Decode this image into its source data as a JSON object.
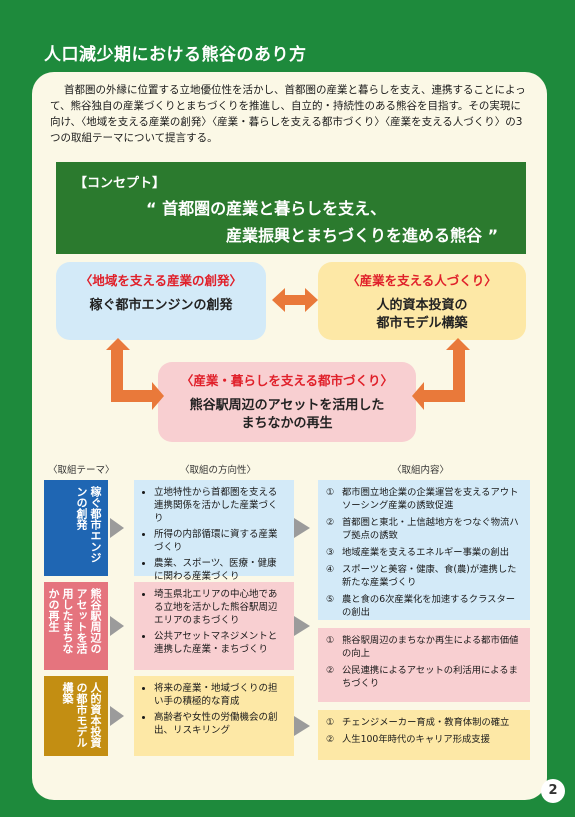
{
  "title": "人口減少期における熊谷のあり方",
  "intro": "首都圏の外縁に位置する立地優位性を活かし、首都圏の産業と暮らしを支え、連携することによって、熊谷独自の産業づくりとまちづくりを推進し、自立的・持続性のある熊谷を目指す。その実現に向け、〈地域を支える産業の創発〉〈産業・暮らしを支える都市づくり〉〈産業を支える人づくり〉の3つの取組テーマについて提言する。",
  "concept": {
    "label": "【コンセプト】",
    "line1": "“ 首都圏の産業と暮らしを支え、",
    "line2": "産業振興とまちづくりを進める熊谷 ”"
  },
  "boxes": {
    "industry": {
      "title": "〈地域を支える産業の創発〉",
      "body": "稼ぐ都市エンジンの創発"
    },
    "people": {
      "title": "〈産業を支える人づくり〉",
      "body1": "人的資本投資の",
      "body2": "都市モデル構築"
    },
    "city": {
      "title": "〈産業・暮らしを支える都市づくり〉",
      "body1": "熊谷駅周辺のアセットを活用した",
      "body2": "まちなかの再生"
    }
  },
  "headers": {
    "theme": "〈取組テーマ〉",
    "direction": "〈取組の方向性〉",
    "content": "〈取組内容〉"
  },
  "themes": [
    {
      "text": "稼ぐ都市エンジンの創発",
      "color": "#1f66b3"
    },
    {
      "text": "熊谷駅周辺のアセットを活用したまちなかの再生",
      "color": "#e5747e"
    },
    {
      "text": "人的資本投資の都市モデル構築",
      "color": "#c38e12"
    }
  ],
  "directions": [
    [
      "立地特性から首都圏を支える連携関係を活かした産業づくり",
      "所得の内部循環に資する産業づくり",
      "農業、スポーツ、医療・健康に関わる産業づくり"
    ],
    [
      "埼玉県北エリアの中心地である立地を活かした熊谷駅周辺エリアのまちづくり",
      "公共アセットマネジメントと連携した産業・まちづくり"
    ],
    [
      "将来の産業・地域づくりの担い手の積極的な育成",
      "高齢者や女性の労働機会の創出、リスキリング"
    ]
  ],
  "contents": [
    [
      {
        "n": "①",
        "t": "都市圏立地企業の企業運営を支えるアウトソーシング産業の誘致促進"
      },
      {
        "n": "②",
        "t": "首都圏と東北・上信越地方をつなぐ物流ハブ拠点の誘致"
      },
      {
        "n": "③",
        "t": "地域産業を支えるエネルギー事業の創出"
      },
      {
        "n": "④",
        "t": "スポーツと美容・健康、食(農)が連携した新たな産業づくり"
      },
      {
        "n": "⑤",
        "t": "農と食の6次産業化を加速するクラスターの創出"
      }
    ],
    [
      {
        "n": "①",
        "t": "熊谷駅周辺のまちなか再生による都市価値の向上"
      },
      {
        "n": "②",
        "t": "公民連携によるアセットの利活用によるまちづくり"
      }
    ],
    [
      {
        "n": "①",
        "t": "チェンジメーカー育成・教育体制の確立"
      },
      {
        "n": "②",
        "t": "人生100年時代のキャリア形成支援"
      }
    ]
  ],
  "page_number": "2"
}
